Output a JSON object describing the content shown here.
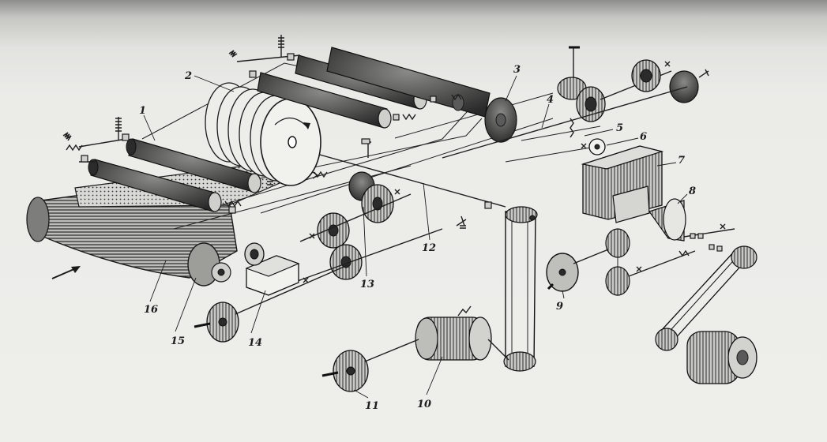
{
  "figure": {
    "callouts": [
      {
        "id": "c1",
        "text": "1"
      },
      {
        "id": "c2",
        "text": "2"
      },
      {
        "id": "c3",
        "text": "3"
      },
      {
        "id": "c4",
        "text": "4"
      },
      {
        "id": "c5",
        "text": "5"
      },
      {
        "id": "c6",
        "text": "6"
      },
      {
        "id": "c7",
        "text": "7"
      },
      {
        "id": "c8",
        "text": "8"
      },
      {
        "id": "c9",
        "text": "9"
      },
      {
        "id": "c10",
        "text": "10"
      },
      {
        "id": "c11",
        "text": "11"
      },
      {
        "id": "c12",
        "text": "12"
      },
      {
        "id": "c13",
        "text": "13"
      },
      {
        "id": "c14",
        "text": "14"
      },
      {
        "id": "c15",
        "text": "15"
      },
      {
        "id": "c16",
        "text": "16"
      }
    ]
  },
  "colors": {
    "paper": "#ebebe8",
    "ink": "#1f1f1f",
    "shade": "#5a5a5a"
  }
}
